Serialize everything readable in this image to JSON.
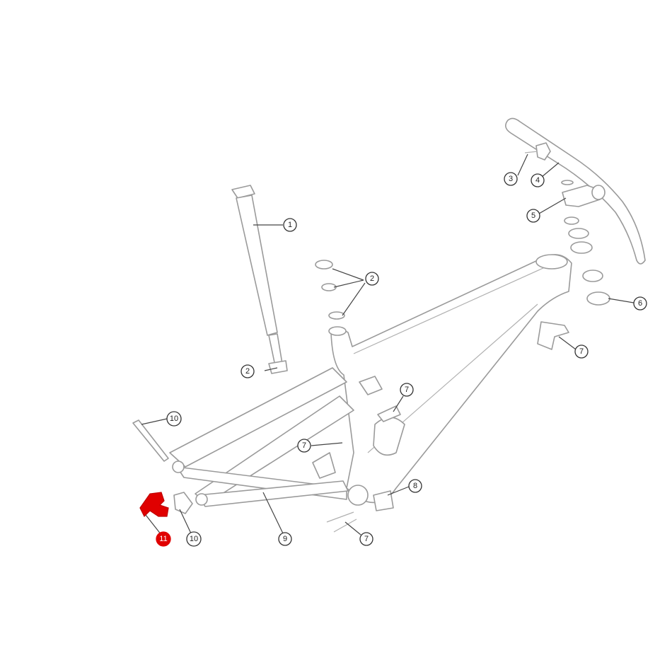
{
  "diagram": {
    "highlight_color": "#e00000",
    "callouts": [
      {
        "id": "seatpost",
        "label": "1"
      },
      {
        "id": "seatpost-clamp",
        "label": "2"
      },
      {
        "id": "headset-bearings",
        "label": "2"
      },
      {
        "id": "brake-lever",
        "label": "3"
      },
      {
        "id": "handlebar",
        "label": "4"
      },
      {
        "id": "stem",
        "label": "5"
      },
      {
        "id": "headset-lower",
        "label": "6"
      },
      {
        "id": "downtube-guard",
        "label": "7"
      },
      {
        "id": "cable-guide-upper",
        "label": "7"
      },
      {
        "id": "cable-guide-lower",
        "label": "7"
      },
      {
        "id": "cable-housing",
        "label": "7"
      },
      {
        "id": "bb-guide",
        "label": "8"
      },
      {
        "id": "rear-triangle",
        "label": "9"
      },
      {
        "id": "rear-axle",
        "label": "10"
      },
      {
        "id": "dropout-right",
        "label": "10"
      },
      {
        "id": "derailleur-hanger",
        "label": "11"
      }
    ]
  }
}
